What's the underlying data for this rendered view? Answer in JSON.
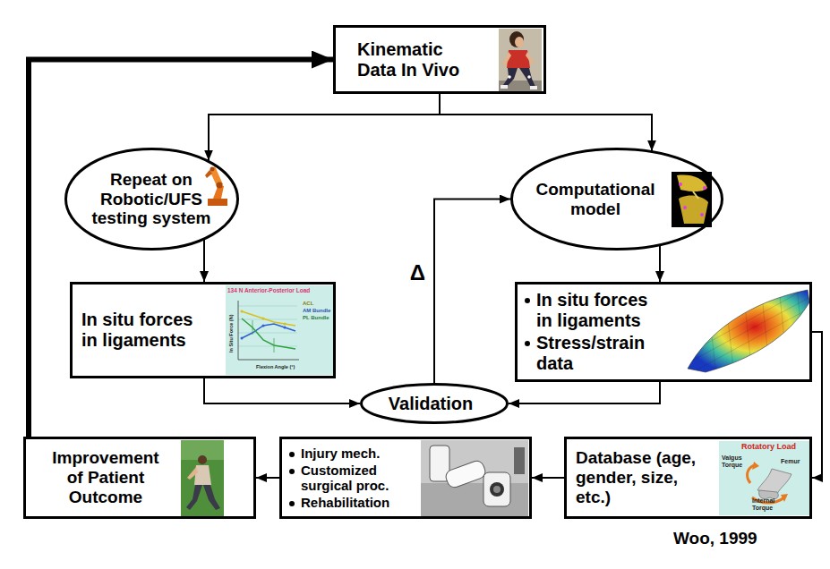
{
  "diagram": {
    "nodes": [
      {
        "text": [
          "Kinematic Data In Vivo"
        ]
      },
      {
        "text": [
          "Repeat on Robotic/UFS testing system"
        ]
      },
      {
        "text": [
          "Computational model"
        ]
      },
      {
        "text": [
          "In situ forces in ligaments"
        ]
      },
      {
        "text": [
          "In situ forces in ligaments",
          "Stress/strain data"
        ]
      },
      {
        "text": [
          "Validation"
        ]
      },
      {
        "text": [
          "Improvement of Patient Outcome"
        ]
      },
      {
        "text": [
          "Injury mech.",
          "Customized surgical proc.",
          "Rehabilitation"
        ]
      },
      {
        "text": [
          "Database (age, gender, size, etc.)"
        ]
      }
    ],
    "edges": [
      {
        "from": 0,
        "to": 1,
        "arrow": "to"
      },
      {
        "from": 0,
        "to": 2,
        "arrow": "to"
      },
      {
        "from": 1,
        "to": 3,
        "arrow": "to"
      },
      {
        "from": 2,
        "to": 4,
        "arrow": "to"
      },
      {
        "from": 3,
        "to": 5,
        "arrow": "to"
      },
      {
        "from": 4,
        "to": 5,
        "arrow": "to"
      },
      {
        "from": 5,
        "to": 2,
        "label": "Δ",
        "arrow": "to"
      },
      {
        "from": 4,
        "to": 8,
        "arrow": "to"
      },
      {
        "from": 8,
        "to": 7,
        "arrow": "to"
      },
      {
        "from": 7,
        "to": 6,
        "arrow": "to"
      },
      {
        "from": 6,
        "to": 0,
        "arrow": "to"
      }
    ],
    "labels": [
      "134 N Anterior-Posterior Load",
      "ACL",
      "AM Bundle",
      "PL Bundle",
      "In Situ Force (N)",
      "Flexion Angle (°)",
      "Rotatory Load",
      "Valgus Torque",
      "Femur",
      "Internal Torque",
      "Woo, 1999"
    ]
  }
}
